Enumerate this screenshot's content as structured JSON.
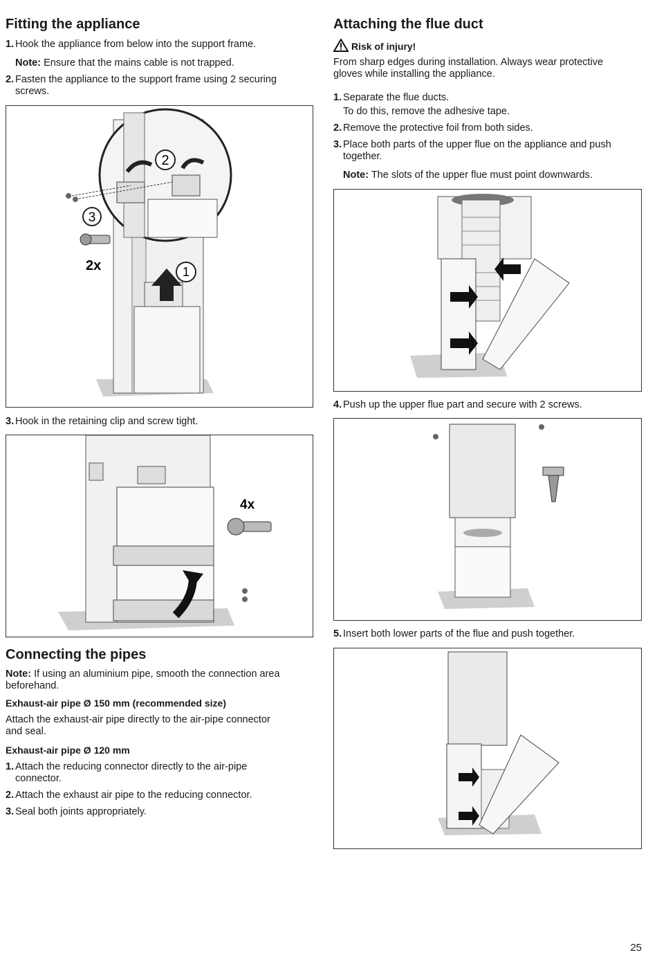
{
  "left": {
    "fitting_title": "Fitting the appliance",
    "step1_num": "1.",
    "step1": "Hook the appliance from below into the support frame.",
    "note1_label": "Note:",
    "note1": " Ensure that the mains cable is not trapped.",
    "step2_num": "2.",
    "step2a": "Fasten the appliance to the support frame using 2 securing",
    "step2b": "screws.",
    "fig1_labels": {
      "n2": "2",
      "n3": "3",
      "n1": "1",
      "count": "2x"
    },
    "step3_num": "3.",
    "step3": "Hook in the retaining clip and screw tight.",
    "fig2_labels": {
      "count": "4x"
    },
    "pipes_title": "Connecting the pipes",
    "note2_label": "Note:",
    "note2a": " If using an aluminium pipe, smooth the connection area",
    "note2b": "beforehand.",
    "pipe150_heading": "Exhaust-air pipe Ø 150 mm (recommended size)",
    "pipe150_a": "Attach the exhaust-air pipe directly to the air-pipe connector",
    "pipe150_b": "and seal.",
    "pipe120_heading": "Exhaust-air pipe Ø 120 mm",
    "p1_num": "1.",
    "p1a": "Attach the reducing connector directly to the air-pipe",
    "p1b": "connector.",
    "p2_num": "2.",
    "p2": "Attach the exhaust air pipe to the reducing connector.",
    "p3_num": "3.",
    "p3": "Seal both joints appropriately."
  },
  "right": {
    "flue_title": "Attaching the flue duct",
    "warning_icon": "warning-triangle-icon",
    "warning": "Risk of injury!",
    "warn_text_a": "From sharp edges during installation. Always wear protective",
    "warn_text_b": "gloves while installing the appliance.",
    "s1_num": "1.",
    "s1": "Separate the flue ducts.",
    "s1b": "To do this, remove the adhesive tape.",
    "s2_num": "2.",
    "s2": "Remove the protective foil from both sides.",
    "s3_num": "3.",
    "s3a": "Place both parts of the upper flue on the appliance and push",
    "s3b": "together.",
    "note_label": "Note:",
    "note": " The slots of the upper flue must point downwards.",
    "s4_num": "4.",
    "s4": "Push up the upper flue part and secure with 2 screws.",
    "s5_num": "5.",
    "s5": "Insert both lower parts of the flue and push together."
  },
  "page_number": "25"
}
